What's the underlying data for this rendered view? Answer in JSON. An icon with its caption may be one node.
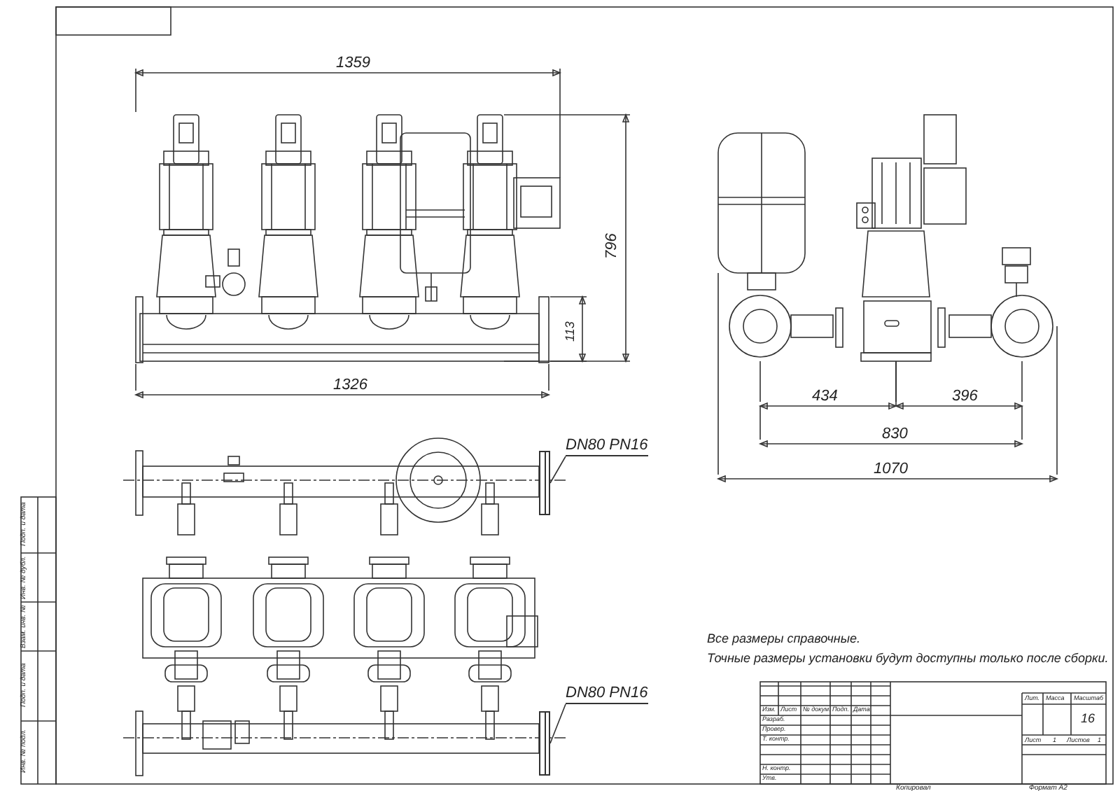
{
  "diagram": {
    "nodes": [
      {
        "text": [
          "DN80 PN16"
        ]
      },
      {
        "text": [],
        "shape": "picture"
      },
      {
        "text": [
          "DN80 PN16"
        ]
      },
      {
        "text": [],
        "shape": "picture"
      }
    ],
    "edges": [
      {
        "from": 0,
        "to": 1,
        "arrow": "none"
      },
      {
        "from": 2,
        "to": 3,
        "arrow": "none"
      }
    ],
    "labels": [
      "1359",
      "796",
      "113",
      "1326",
      "434",
      "396",
      "830",
      "1070",
      "Все размеры справочные.",
      "Точные размеры установки будут доступны только после сборки.",
      "Изм.",
      "Лист",
      "№ докум.",
      "Подп.",
      "Дата",
      "Разраб.",
      "Провер.",
      "Т. контр.",
      "Н. контр.",
      "Утв.",
      "Лит.",
      "Масса",
      "Масштаб",
      "16",
      "Лист",
      "1",
      "Листов",
      "1",
      "Копировал",
      "Формат A2",
      "Подп. и дата",
      "Инв. № дубл.",
      "Взам. инв. №",
      "Подп. и дата",
      "Инв. № подл."
    ]
  }
}
